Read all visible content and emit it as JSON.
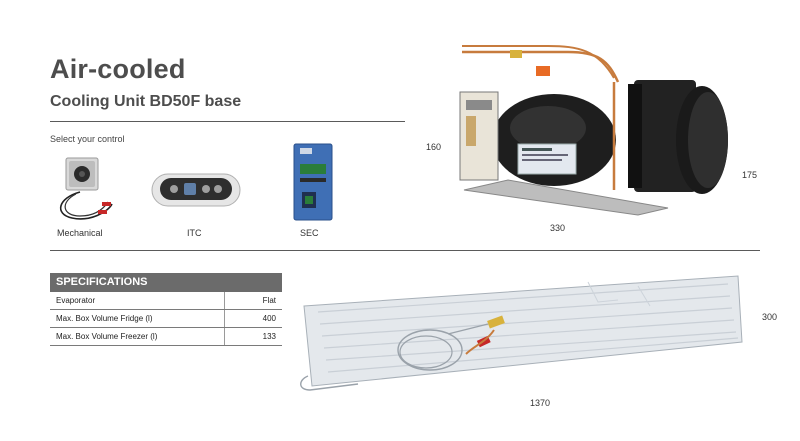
{
  "header": {
    "title": "Air-cooled",
    "subtitle": "Cooling Unit BD50F base"
  },
  "controls": {
    "prompt": "Select your control",
    "items": [
      {
        "label": "Mechanical"
      },
      {
        "label": "ITC"
      },
      {
        "label": "SEC"
      }
    ]
  },
  "specifications": {
    "heading": "SPECIFICATIONS",
    "rows": [
      {
        "label": "Evaporator",
        "value": "Flat"
      },
      {
        "label": "Max. Box Volume Fridge (l)",
        "value": "400"
      },
      {
        "label": "Max. Box Volume Freezer (l)",
        "value": "133"
      }
    ]
  },
  "dimensions": {
    "unit_height": "160",
    "unit_width": "330",
    "unit_depth": "175",
    "plate_height": "300",
    "plate_length": "1370"
  }
}
